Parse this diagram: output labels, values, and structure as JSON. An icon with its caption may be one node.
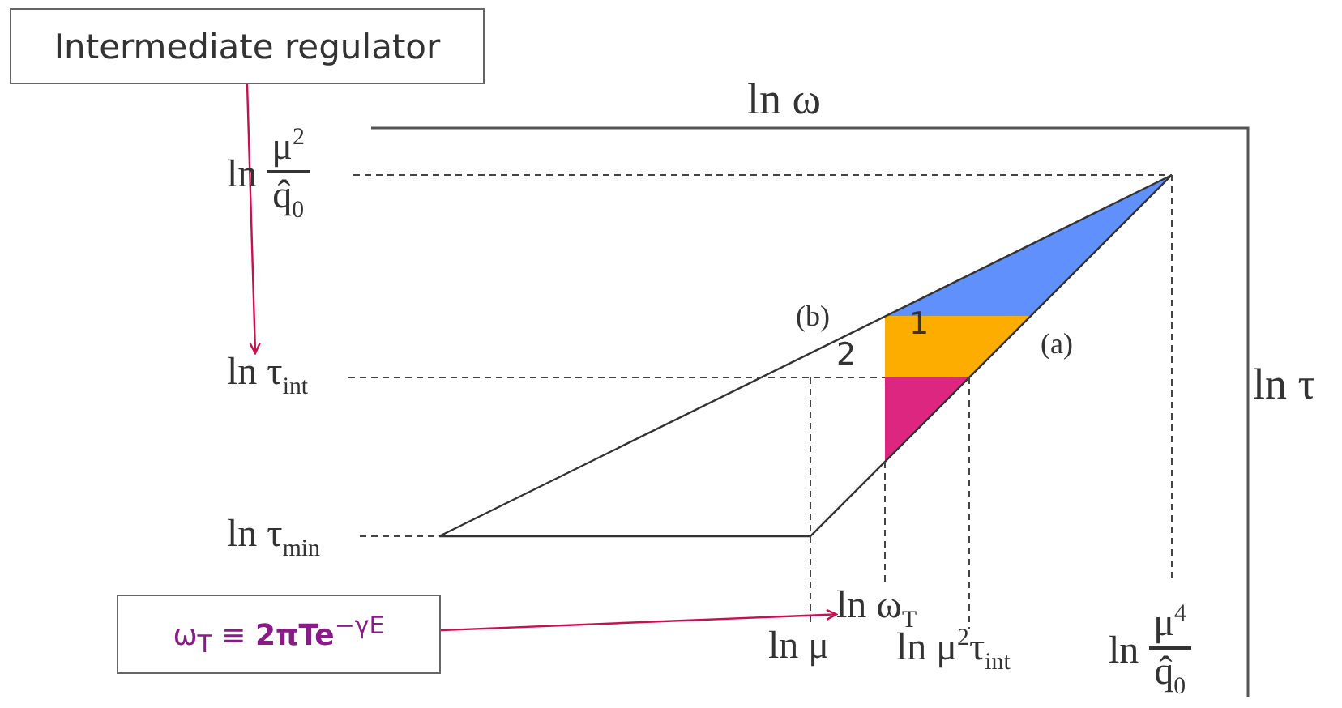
{
  "diagram": {
    "nodes": [
      {
        "text": [
          "Intermediate regulator"
        ]
      },
      {
        "text": [
          "ln τ$_{int}$"
        ]
      },
      {
        "text": [
          "ω$_{T}$ ≡ **2πTe**$^{−γE}$"
        ]
      },
      {
        "text": [
          "ln ω$_{T}$"
        ]
      }
    ],
    "edges": [
      {
        "from": 0,
        "to": 1,
        "arrow": "to",
        "color": "#c8104f"
      },
      {
        "from": 2,
        "to": 3,
        "arrow": "to",
        "color": "#c8104f"
      }
    ],
    "labels": [
      "ln ω",
      "ln",
      "μ$^{2}$",
      "q̂$_{0}$",
      "ln τ",
      "(b)",
      "1",
      "2",
      "(a)",
      "ln τ$_{min}$",
      "ln μ",
      "ln μ$^{2}$τ$_{int}$",
      "ln",
      "μ$^{4}$",
      "q̂$_{0}$"
    ]
  }
}
